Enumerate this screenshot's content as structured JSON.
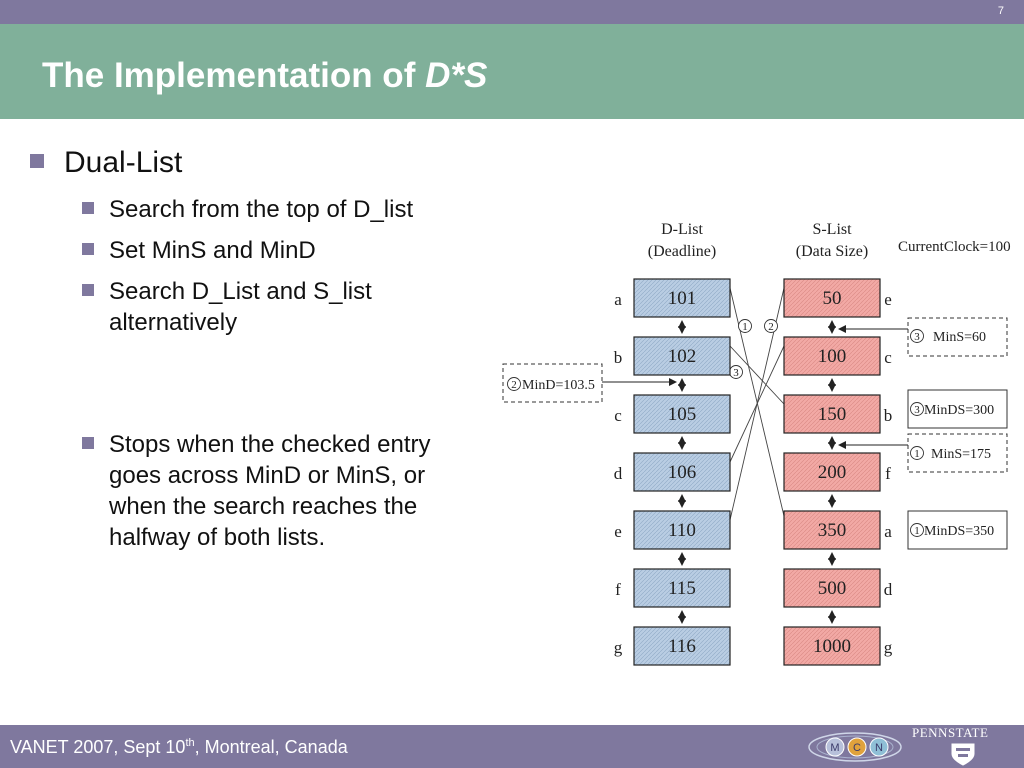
{
  "page_number": "7",
  "title": {
    "main": "The Implementation of ",
    "emph": "D*S"
  },
  "content": {
    "level1": "Dual-List",
    "level2": [
      "Search from the top of D_list",
      "Set MinS and MinD",
      "Search D_List and S_list",
      "alternatively",
      "Stops when the checked entry",
      "goes across MinD or MinS, or",
      "when the search reaches the",
      "halfway of both lists."
    ]
  },
  "diagram": {
    "d_list_header": [
      "D-List",
      "(Deadline)"
    ],
    "s_list_header": [
      "S-List",
      "(Data Size)"
    ],
    "current_clock": "CurrentClock=100",
    "d_list": [
      {
        "label": "a",
        "value": "101"
      },
      {
        "label": "b",
        "value": "102"
      },
      {
        "label": "c",
        "value": "105"
      },
      {
        "label": "d",
        "value": "106"
      },
      {
        "label": "e",
        "value": "110"
      },
      {
        "label": "f",
        "value": "115"
      },
      {
        "label": "g",
        "value": "116"
      }
    ],
    "s_list": [
      {
        "label": "e",
        "value": "50"
      },
      {
        "label": "c",
        "value": "100"
      },
      {
        "label": "b",
        "value": "150"
      },
      {
        "label": "f",
        "value": "200"
      },
      {
        "label": "a",
        "value": "350"
      },
      {
        "label": "d",
        "value": "500"
      },
      {
        "label": "g",
        "value": "1000"
      }
    ],
    "step_marks": [
      "1",
      "2",
      "3"
    ],
    "annotations": {
      "mins60": {
        "num": "3",
        "text": "MinS=60"
      },
      "minds300": {
        "num": "3",
        "text": "MinDS=300"
      },
      "mins175": {
        "num": "1",
        "text": "MinS=175"
      },
      "minds350": {
        "num": "1",
        "text": "MinDS=350"
      },
      "mind": {
        "num": "2",
        "text": "MinD=103.5"
      }
    },
    "colors": {
      "d_fill": "#b9cde3",
      "s_fill": "#f2a9a5"
    }
  },
  "footer": {
    "text_before": "VANET 2007, Sept 10",
    "sup": "th",
    "text_after": ", Montreal, Canada",
    "logo_letters": [
      "M",
      "C",
      "N"
    ],
    "university": "PENNSTATE"
  }
}
